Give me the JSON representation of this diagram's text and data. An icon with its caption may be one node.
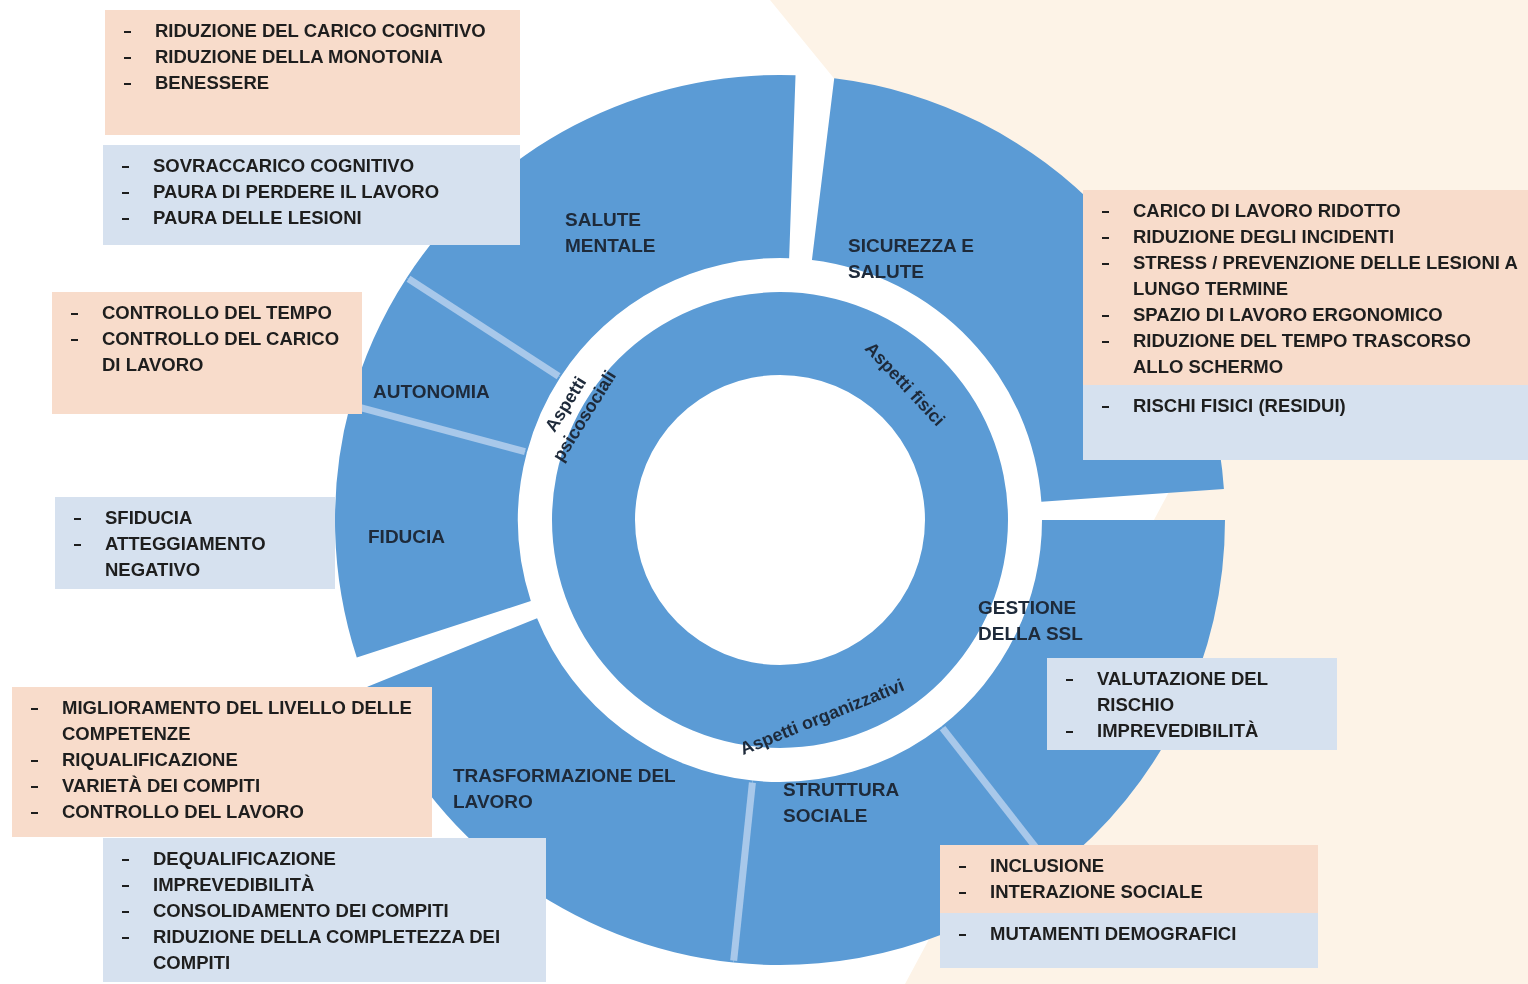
{
  "diagram": {
    "nodes": [
      {
        "text": [
          "SALUTE MENTALE"
        ]
      },
      {
        "text": [
          "AUTONOMIA"
        ]
      },
      {
        "text": [
          "FIDUCIA"
        ]
      },
      {
        "text": [
          "SICUREZZA E SALUTE"
        ]
      },
      {
        "text": [
          "GESTIONE DELLA SSL"
        ]
      },
      {
        "text": [
          "STRUTTURA SOCIALE"
        ]
      },
      {
        "text": [
          "TRASFORMAZIONE DEL LAVORO"
        ]
      },
      {
        "text": [
          "RIDUZIONE DEL CARICO COGNITIVO",
          "RIDUZIONE DELLA MONOTONIA",
          "BENESSERE"
        ]
      },
      {
        "text": [
          "SOVRACCARICO COGNITIVO",
          "PAURA DI PERDERE IL LAVORO",
          "PAURA DELLE LESIONI"
        ]
      },
      {
        "text": [
          "CONTROLLO DEL TEMPO",
          "CONTROLLO DEL CARICO DI LAVORO"
        ]
      },
      {
        "text": [
          "SFIDUCIA",
          "ATTEGGIAMENTO NEGATIVO"
        ]
      },
      {
        "text": [
          "CARICO DI LAVORO RIDOTTO",
          "RIDUZIONE DEGLI INCIDENTI",
          "STRESS / PREVENZIONE DELLE LESIONI A LUNGO TERMINE",
          "SPAZIO DI LAVORO ERGONOMICO",
          "RIDUZIONE DEL TEMPO TRASCORSO ALLO SCHERMO"
        ]
      },
      {
        "text": [
          "RISCHI FISICI (RESIDUI)"
        ]
      },
      {
        "text": [
          "VALUTAZIONE DEL RISCHIO",
          "IMPREVEDIBILITÀ"
        ]
      },
      {
        "text": [
          "MIGLIORAMENTO DEL LIVELLO DELLE COMPETENZE",
          "RIQUALIFICAZIONE",
          "VARIETÀ DEI COMPITI",
          "CONTROLLO DEL LAVORO"
        ]
      },
      {
        "text": [
          "DEQUALIFICAZIONE",
          "IMPREVEDIBILITÀ",
          "CONSOLIDAMENTO DEI COMPITI",
          "RIDUZIONE DELLA COMPLETEZZA DEI COMPITI"
        ]
      },
      {
        "text": [
          "INCLUSIONE",
          "INTERAZIONE SOCIALE"
        ]
      },
      {
        "text": [
          "MUTAMENTI DEMOGRAFICI"
        ]
      }
    ],
    "labels": [
      "Aspetti psicosociali",
      "Aspetti fisici",
      "Aspetti organizzativi"
    ]
  }
}
